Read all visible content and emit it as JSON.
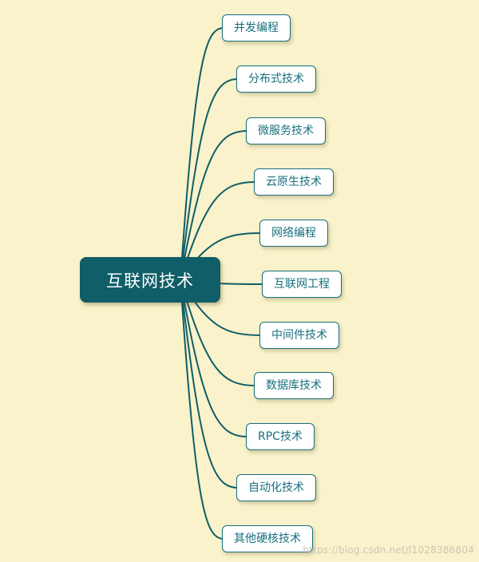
{
  "diagram": {
    "type": "mindmap",
    "root": {
      "label": "互联网技术"
    },
    "children": [
      {
        "label": "并发编程"
      },
      {
        "label": "分布式技术"
      },
      {
        "label": "微服务技术"
      },
      {
        "label": "云原生技术"
      },
      {
        "label": "网络编程"
      },
      {
        "label": "互联网工程"
      },
      {
        "label": "中间件技术"
      },
      {
        "label": "数据库技术"
      },
      {
        "label": "RPC技术"
      },
      {
        "label": "自动化技术"
      },
      {
        "label": "其他硬核技术"
      }
    ],
    "colors": {
      "background": "#f9f2ca",
      "root_fill": "#0f5e68",
      "root_text": "#ffffff",
      "branch_stroke": "#0f5e68",
      "child_border": "#17707e",
      "child_text": "#17707e",
      "child_fill": "#ffffff"
    },
    "watermark": "https://blog.csdn.net/l1028386804"
  }
}
